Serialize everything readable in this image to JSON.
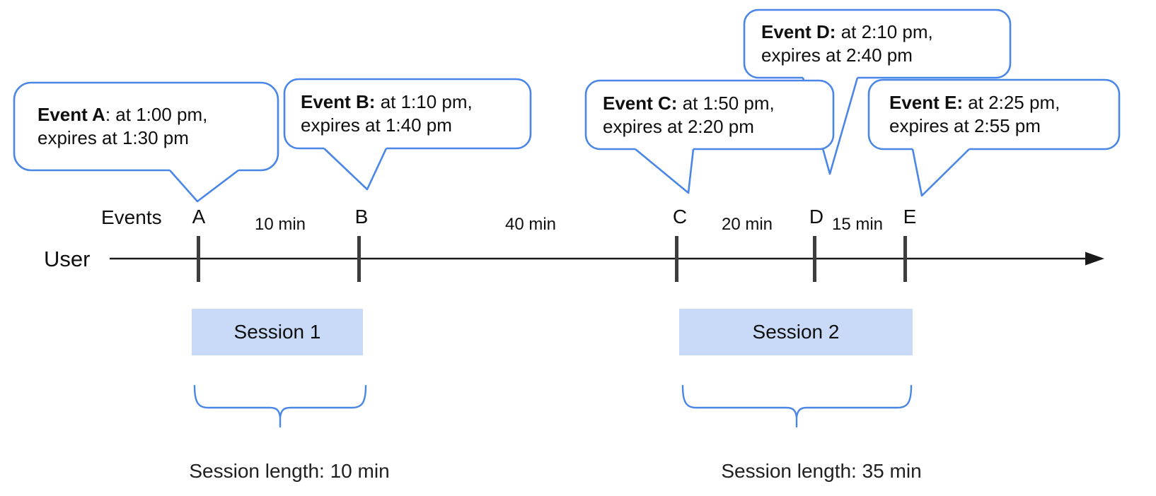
{
  "labels": {
    "events": "Events",
    "user": "User"
  },
  "events": [
    {
      "letter": "A",
      "title": "Event A",
      "title_rest": ": at 1:00 pm,",
      "line2": "expires at 1:30 pm"
    },
    {
      "letter": "B",
      "title": "Event B:",
      "title_rest": " at 1:10 pm,",
      "line2": "expires at 1:40 pm"
    },
    {
      "letter": "C",
      "title": "Event C:",
      "title_rest": " at 1:50 pm,",
      "line2": "expires at 2:20 pm"
    },
    {
      "letter": "D",
      "title": "Event D:",
      "title_rest": " at 2:10 pm,",
      "line2": "expires at 2:40 pm"
    },
    {
      "letter": "E",
      "title": "Event E:",
      "title_rest": " at 2:25 pm,",
      "line2": "expires at 2:55 pm"
    }
  ],
  "intervals": [
    {
      "label": "10 min",
      "between": "A-B"
    },
    {
      "label": "40 min",
      "between": "B-C"
    },
    {
      "label": "20 min",
      "between": "C-D"
    },
    {
      "label": "15 min",
      "between": "D-E"
    }
  ],
  "sessions": [
    {
      "label": "Session 1",
      "length": "Session length: 10 min"
    },
    {
      "label": "Session 2",
      "length": "Session length: 35 min"
    }
  ],
  "colors": {
    "bubble_stroke": "#4a86e8",
    "brace_stroke": "#4a86e8",
    "session_fill": "#c9daf8",
    "tick": "#3d3d3d",
    "axis": "#1a1a1a"
  }
}
